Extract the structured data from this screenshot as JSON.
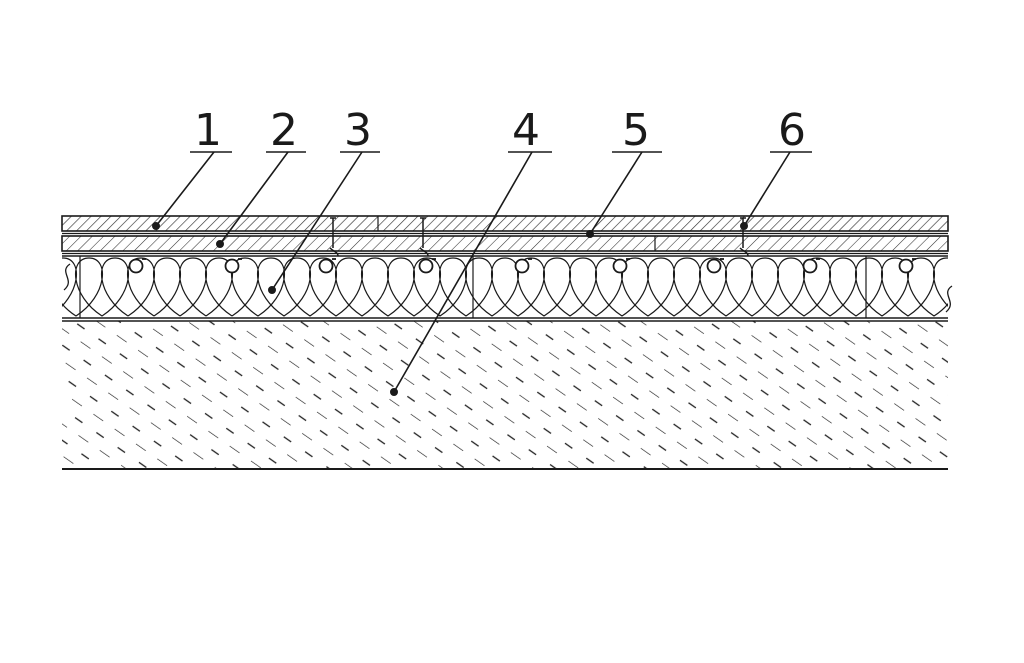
{
  "diagram": {
    "callouts": [
      {
        "label": "1"
      },
      {
        "label": "2"
      },
      {
        "label": "3"
      },
      {
        "label": "4"
      },
      {
        "label": "5"
      },
      {
        "label": "6"
      }
    ]
  },
  "colors": {
    "ink": "#1a1a1a",
    "background": "#ffffff"
  }
}
